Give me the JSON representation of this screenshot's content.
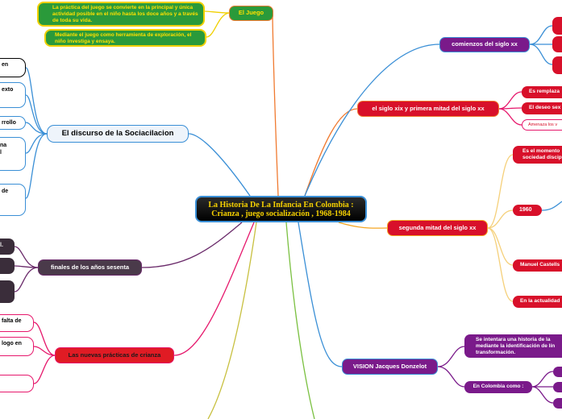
{
  "center": {
    "line1": "La Historia De La Infancia En Colombia :",
    "line2": "Crianza , juego socialización , 1968-1984"
  },
  "juego": {
    "title": "El Juego",
    "notes": [
      "La práctica del juego se convierte en la principal y única actividad posible en el niño hasta los doce años y a través de toda su vida.",
      "Mediante el juego como herramienta de exploración, el niño investiga y ensaya."
    ]
  },
  "discurso": {
    "title": "El discurso de la Sociacilacion",
    "items": [
      "en",
      "exto",
      "rrollo",
      "na",
      "l",
      "de"
    ]
  },
  "sesenta": {
    "title": "finales de los años sesenta",
    "items": [
      "l."
    ]
  },
  "crianza": {
    "title": "Las nuevas prácticas de crianza",
    "items": [
      "falta de",
      "logo en"
    ]
  },
  "comienzos": {
    "title": "comienzos del siglo xx"
  },
  "siglo_xix": {
    "title": "el siglo xix y primera mitad del siglo xx",
    "items": [
      "Es remplaza",
      "El deseo sex",
      "Amenaza los v"
    ]
  },
  "segunda": {
    "title": "segunda mitad del siglo xx",
    "items": [
      "Es el momento",
      "sociedad discip",
      "1960",
      "Manuel Castells",
      "En la actualidad"
    ]
  },
  "vision": {
    "title": "VISION Jacques Donzelot",
    "note_lines": [
      "Se intentara una historia de la",
      "mediante la identificación de lín",
      "transformación."
    ],
    "sub": "En Colombia como :"
  }
}
